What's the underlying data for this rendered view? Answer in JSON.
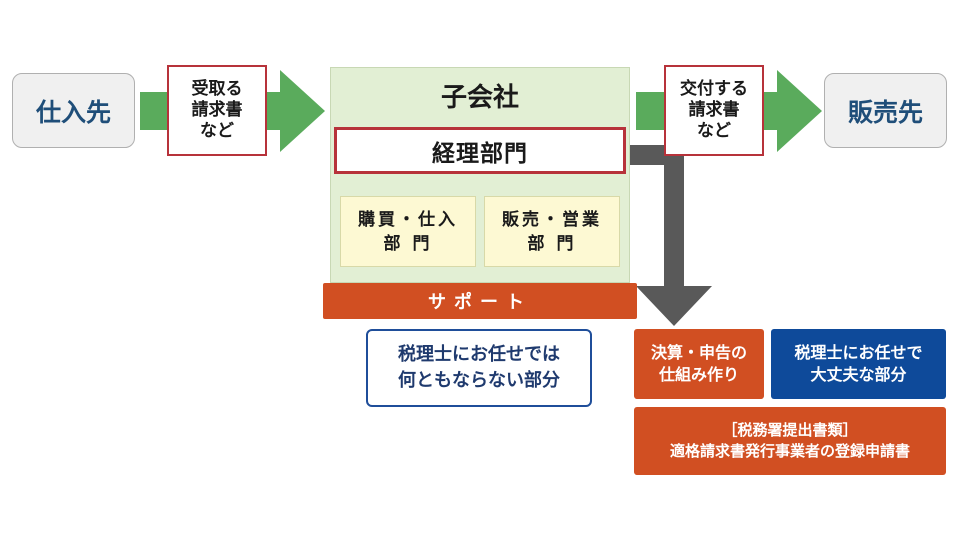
{
  "supplier": "仕入先",
  "customer": "販売先",
  "received_invoice": "受取る\n請求書\nなど",
  "issued_invoice": "交付する\n請求書\nなど",
  "company": {
    "title": "子会社",
    "accounting": "経理部門",
    "purchasing_dept": "購買・仕入\n部 門",
    "sales_dept": "販売・営業\n部 門"
  },
  "support": "サポート",
  "not_delegable": "税理士にお任せでは\n何ともならない部分",
  "settlement": "決算・申告の\n仕組み作り",
  "delegable": "税理士にお任せで\n大丈夫な部分",
  "filing": "［税務署提出書類］\n適格請求書発行事業者の登録申請書",
  "colors": {
    "arrow_green": "#5aab5c",
    "arrow_gray": "#595959",
    "border_red": "#b7323a",
    "orange": "#d14f22",
    "navy": "#0e4a9a",
    "company_bg": "#e2efd4",
    "dept_bg": "#fdf9d3"
  }
}
